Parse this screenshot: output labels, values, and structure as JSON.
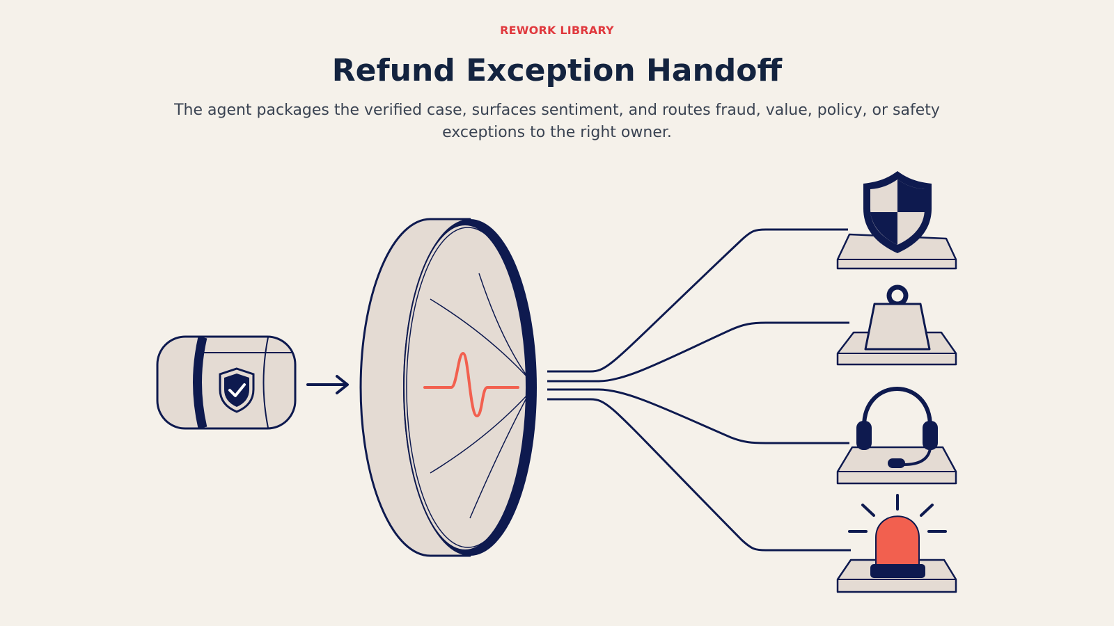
{
  "header": {
    "eyebrow": "REWORK LIBRARY",
    "title": "Refund Exception Handoff",
    "subtitle": "The agent packages the verified case, surfaces sentiment, and routes fraud, value, policy, or safety exceptions to the right owner."
  },
  "colors": {
    "navy": "#0e1a4f",
    "fill": "#e4dbd3",
    "accent_red": "#f2604f",
    "eyebrow_red": "#e0393e",
    "background": "#f5f1ea"
  },
  "diagram": {
    "input": {
      "icon": "verified-shield-case-icon"
    },
    "hub": {
      "icon": "sentiment-pulse-icon"
    },
    "destinations": [
      {
        "id": "fraud",
        "icon": "security-shield-icon"
      },
      {
        "id": "value",
        "icon": "weight-icon"
      },
      {
        "id": "policy",
        "icon": "headset-icon"
      },
      {
        "id": "safety",
        "icon": "alarm-siren-icon"
      }
    ]
  }
}
